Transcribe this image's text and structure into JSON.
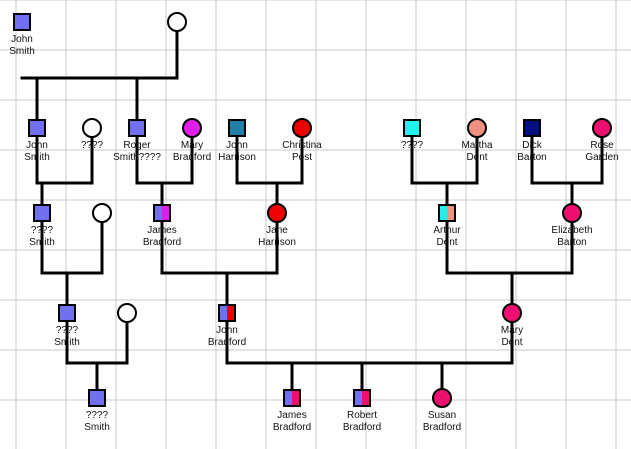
{
  "colors": {
    "grid": "#c8c8c8",
    "line": "#000000",
    "periwinkle": "#7070f0",
    "magenta": "#e020e8",
    "teal": "#2080a8",
    "red": "#ee0000",
    "cyan": "#20f0f0",
    "salmon": "#f09080",
    "navy": "#001080",
    "pink": "#ee1070",
    "white": "#ffffff"
  },
  "people": [
    {
      "id": "p1",
      "first": "John",
      "last": "Smith",
      "shape": "square",
      "fill": [
        "periwinkle"
      ]
    },
    {
      "id": "p2",
      "first": "",
      "last": "",
      "shape": "circle",
      "fill": [
        "white"
      ]
    },
    {
      "id": "p3",
      "first": "John",
      "last": "Smith",
      "shape": "square",
      "fill": [
        "periwinkle"
      ]
    },
    {
      "id": "p4",
      "first": "????",
      "last": "",
      "shape": "circle",
      "fill": [
        "white"
      ]
    },
    {
      "id": "p5",
      "first": "Roger",
      "last": "Smith????",
      "shape": "square",
      "fill": [
        "periwinkle"
      ]
    },
    {
      "id": "p6",
      "first": "Mary",
      "last": "Bradford",
      "shape": "circle",
      "fill": [
        "magenta"
      ]
    },
    {
      "id": "p7",
      "first": "John",
      "last": "Harrison",
      "shape": "square",
      "fill": [
        "teal"
      ]
    },
    {
      "id": "p8",
      "first": "Christina",
      "last": "Post",
      "shape": "circle",
      "fill": [
        "red"
      ]
    },
    {
      "id": "p9",
      "first": "????",
      "last": "",
      "shape": "square",
      "fill": [
        "cyan"
      ]
    },
    {
      "id": "p10",
      "first": "Martha",
      "last": "Dent",
      "shape": "circle",
      "fill": [
        "salmon"
      ]
    },
    {
      "id": "p11",
      "first": "Dick",
      "last": "Barton",
      "shape": "square",
      "fill": [
        "navy"
      ]
    },
    {
      "id": "p12",
      "first": "Rose",
      "last": "Garden",
      "shape": "circle",
      "fill": [
        "pink"
      ]
    },
    {
      "id": "p13",
      "first": "????",
      "last": "Smith",
      "shape": "square",
      "fill": [
        "periwinkle"
      ]
    },
    {
      "id": "p14",
      "first": "",
      "last": "",
      "shape": "circle",
      "fill": [
        "white"
      ]
    },
    {
      "id": "p15",
      "first": "James",
      "last": "Bradford",
      "shape": "square",
      "fill": [
        "periwinkle",
        "magenta"
      ]
    },
    {
      "id": "p16",
      "first": "Jane",
      "last": "Harrison",
      "shape": "circle",
      "fill": [
        "red"
      ]
    },
    {
      "id": "p17",
      "first": "Arthur",
      "last": "Dent",
      "shape": "square",
      "fill": [
        "cyan",
        "salmon"
      ]
    },
    {
      "id": "p18",
      "first": "Elizabeth",
      "last": "Barton",
      "shape": "circle",
      "fill": [
        "pink"
      ]
    },
    {
      "id": "p19",
      "first": "????",
      "last": "Smith",
      "shape": "square",
      "fill": [
        "periwinkle"
      ]
    },
    {
      "id": "p20",
      "first": "",
      "last": "",
      "shape": "circle",
      "fill": [
        "white"
      ]
    },
    {
      "id": "p21",
      "first": "John",
      "last": "Bradford",
      "shape": "square",
      "fill": [
        "periwinkle",
        "red"
      ]
    },
    {
      "id": "p22",
      "first": "Mary",
      "last": "Dent",
      "shape": "circle",
      "fill": [
        "pink"
      ]
    },
    {
      "id": "p23",
      "first": "????",
      "last": "Smith",
      "shape": "square",
      "fill": [
        "periwinkle"
      ]
    },
    {
      "id": "p24",
      "first": "James",
      "last": "Bradford",
      "shape": "square",
      "fill": [
        "periwinkle",
        "pink"
      ]
    },
    {
      "id": "p25",
      "first": "Robert",
      "last": "Bradford",
      "shape": "square",
      "fill": [
        "periwinkle",
        "pink"
      ]
    },
    {
      "id": "p26",
      "first": "Susan",
      "last": "Bradford",
      "shape": "circle",
      "fill": [
        "pink"
      ]
    }
  ],
  "families": [
    {
      "parents": [
        "p1",
        "p2"
      ],
      "children": [
        "p3",
        "p5"
      ]
    },
    {
      "parents": [
        "p3",
        "p4"
      ],
      "children": [
        "p13"
      ]
    },
    {
      "parents": [
        "p5",
        "p6"
      ],
      "children": [
        "p15"
      ]
    },
    {
      "parents": [
        "p7",
        "p8"
      ],
      "children": [
        "p16"
      ]
    },
    {
      "parents": [
        "p9",
        "p10"
      ],
      "children": [
        "p17"
      ]
    },
    {
      "parents": [
        "p11",
        "p12"
      ],
      "children": [
        "p18"
      ]
    },
    {
      "parents": [
        "p13",
        "p14"
      ],
      "children": [
        "p19"
      ]
    },
    {
      "parents": [
        "p15",
        "p16"
      ],
      "children": [
        "p21"
      ]
    },
    {
      "parents": [
        "p17",
        "p18"
      ],
      "children": [
        "p22"
      ]
    },
    {
      "parents": [
        "p19",
        "p20"
      ],
      "children": [
        "p23"
      ]
    },
    {
      "parents": [
        "p21",
        "p22"
      ],
      "children": [
        "p24",
        "p25",
        "p26"
      ]
    }
  ]
}
